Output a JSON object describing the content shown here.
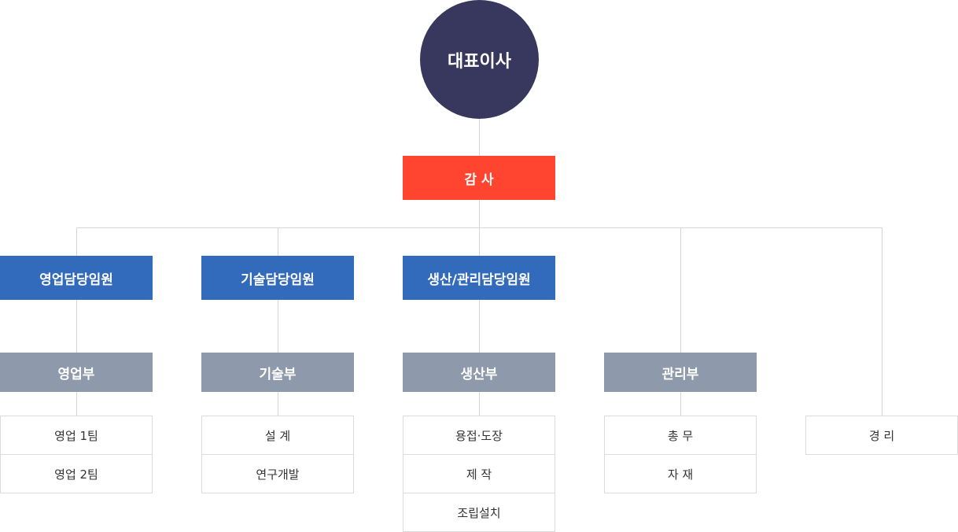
{
  "ceo": "대표이사",
  "audit": "감 사",
  "executives": {
    "sales": "영업담당임원",
    "tech": "기술담당임원",
    "production": "생산/관리담당임원"
  },
  "departments": {
    "sales": "영업부",
    "tech": "기술부",
    "production": "생산부",
    "admin": "관리부"
  },
  "teams": {
    "sales": [
      "영업 1팀",
      "영업 2팀"
    ],
    "tech": [
      "설 계",
      "연구개발"
    ],
    "production": [
      "용접·도장",
      "제 작",
      "조립설치"
    ],
    "admin": [
      "총 무",
      "자 재"
    ],
    "accounting": [
      "경 리"
    ]
  },
  "colors": {
    "ceo": "#38375d",
    "audit": "#ff4530",
    "executive": "#326abc",
    "department": "#8e9aab"
  }
}
